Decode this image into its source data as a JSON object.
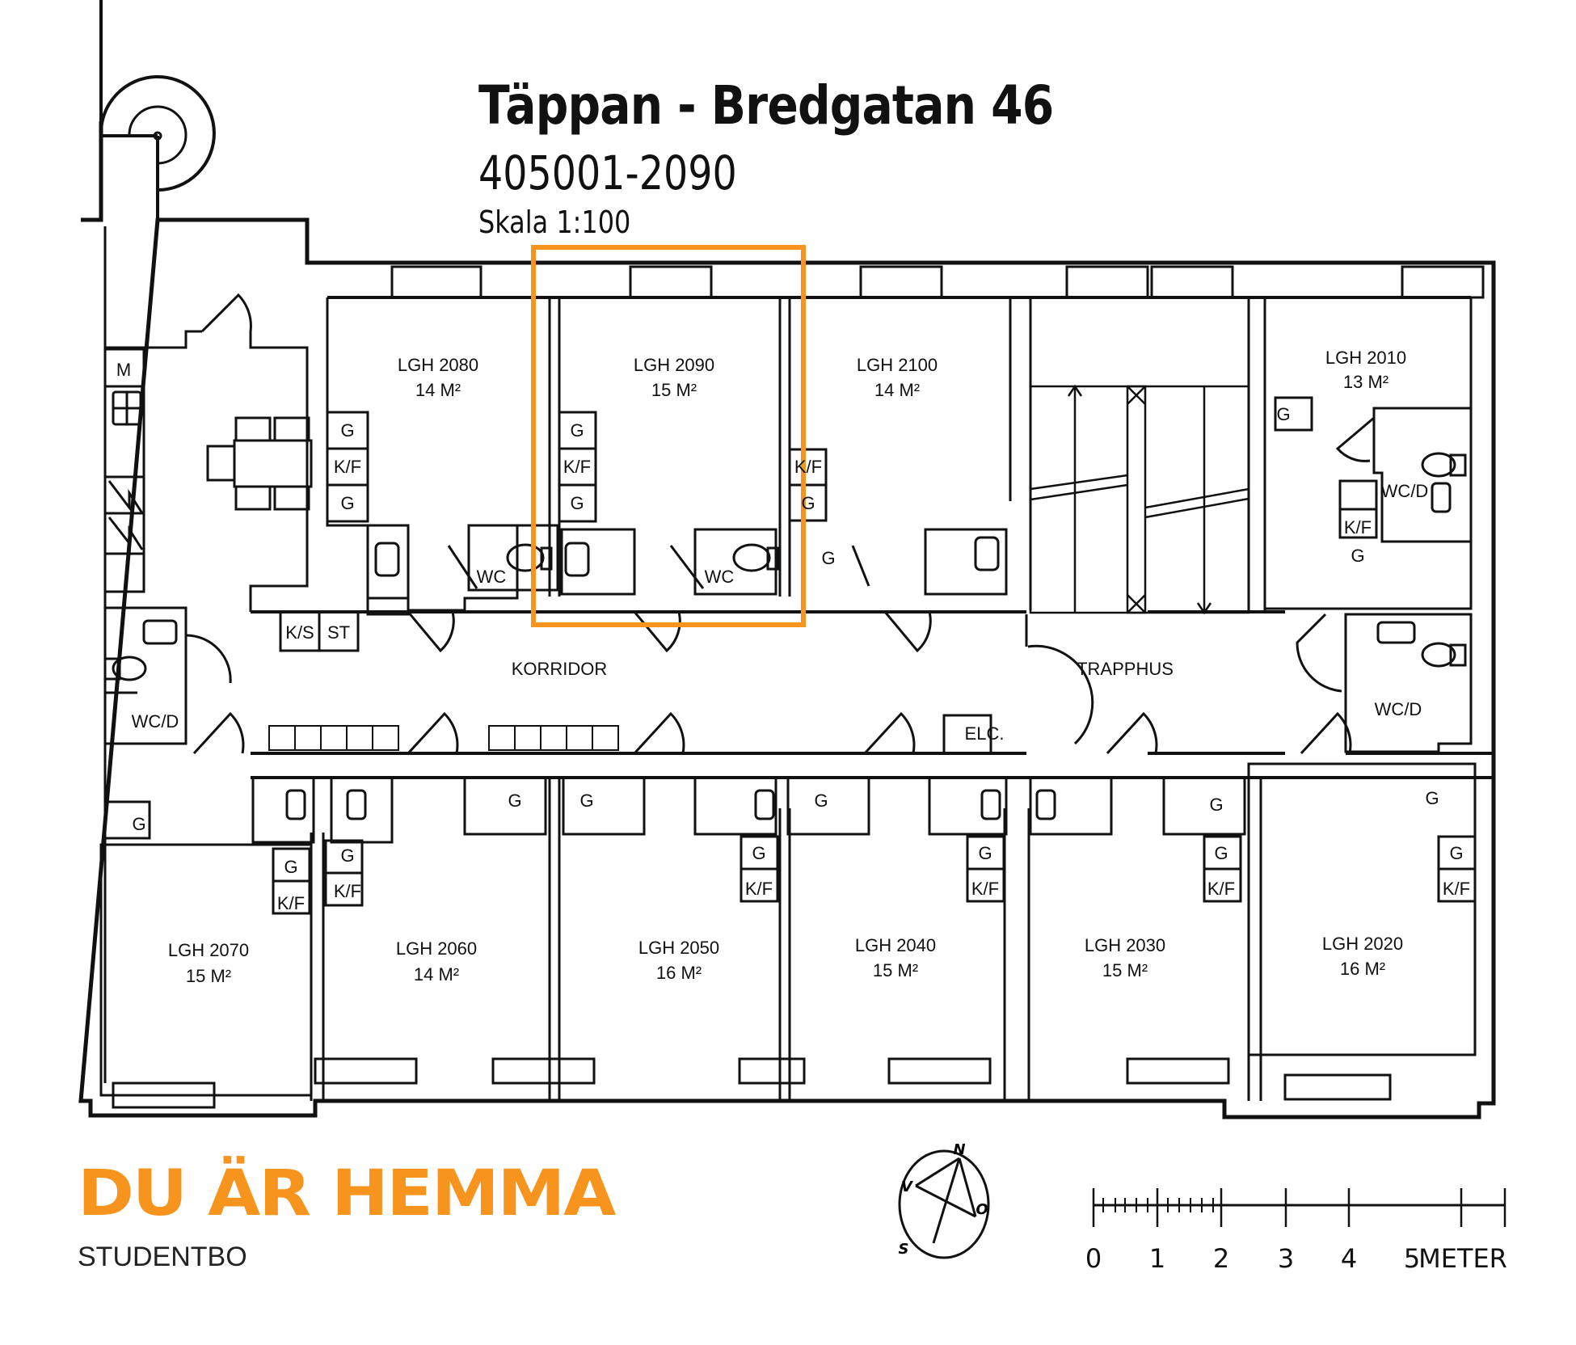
{
  "header": {
    "title": "Täppan - Bredgatan 46",
    "object_number": "405001-2090",
    "scale": "Skala 1:100"
  },
  "highlight": {
    "color": "#f7941d",
    "apartment": "LGH 2090"
  },
  "apartments": [
    {
      "id": "LGH 2080",
      "area": "14 M²"
    },
    {
      "id": "LGH 2090",
      "area": "15 M²"
    },
    {
      "id": "LGH 2100",
      "area": "14 M²"
    },
    {
      "id": "LGH 2010",
      "area": "13 M²"
    },
    {
      "id": "LGH 2070",
      "area": "15 M²"
    },
    {
      "id": "LGH 2060",
      "area": "14 M²"
    },
    {
      "id": "LGH 2050",
      "area": "16 M²"
    },
    {
      "id": "LGH 2040",
      "area": "15 M²"
    },
    {
      "id": "LGH 2030",
      "area": "15 M²"
    },
    {
      "id": "LGH 2020",
      "area": "16 M²"
    }
  ],
  "common_areas": {
    "korridor": "KORRIDOR",
    "trapphus": "TRAPPHUS",
    "elc": "ELC.",
    "ks": "K/S",
    "st": "ST",
    "m": "M",
    "wcd": "WC/D",
    "wc": "WC"
  },
  "fixtures": {
    "g": "G",
    "kf": "K/F"
  },
  "compass": {
    "n": "N",
    "s": "S",
    "v": "V",
    "o": "O"
  },
  "scale_bar": {
    "ticks": [
      "0",
      "1",
      "2",
      "3",
      "4",
      "5"
    ],
    "unit": "METER"
  },
  "brand": {
    "name": "DU ÄR HEMMA",
    "sub": "STUDENTBO",
    "color": "#f7941d"
  }
}
